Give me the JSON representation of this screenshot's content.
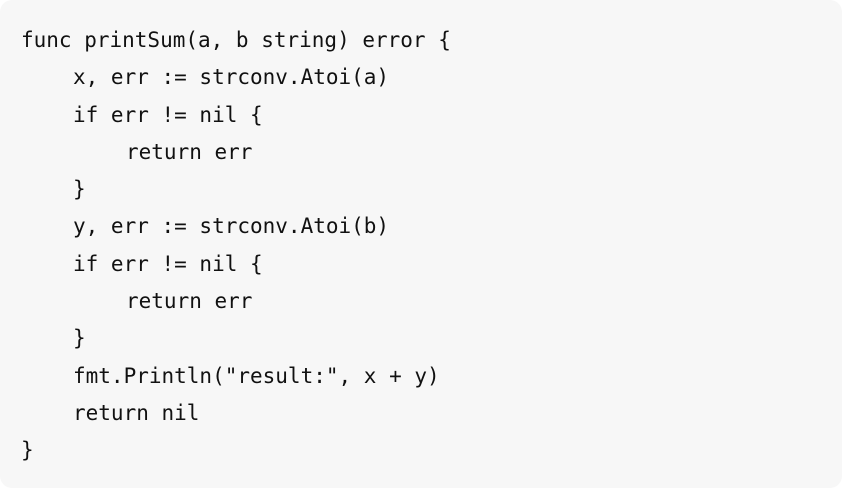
{
  "code_block": {
    "language": "go",
    "lines": [
      {
        "indent": 0,
        "text": "func printSum(a, b string) error {"
      },
      {
        "indent": 1,
        "text": "x, err := strconv.Atoi(a)"
      },
      {
        "indent": 1,
        "text": "if err != nil {"
      },
      {
        "indent": 2,
        "text": "return err"
      },
      {
        "indent": 1,
        "text": "}"
      },
      {
        "indent": 1,
        "text": "y, err := strconv.Atoi(b)"
      },
      {
        "indent": 1,
        "text": "if err != nil {"
      },
      {
        "indent": 2,
        "text": "return err"
      },
      {
        "indent": 1,
        "text": "}"
      },
      {
        "indent": 1,
        "text": "fmt.Println(\"result:\", x + y)"
      },
      {
        "indent": 1,
        "text": "return nil"
      },
      {
        "indent": 0,
        "text": "}"
      }
    ]
  },
  "colors": {
    "background": "#f7f7f7",
    "text": "#111111"
  }
}
